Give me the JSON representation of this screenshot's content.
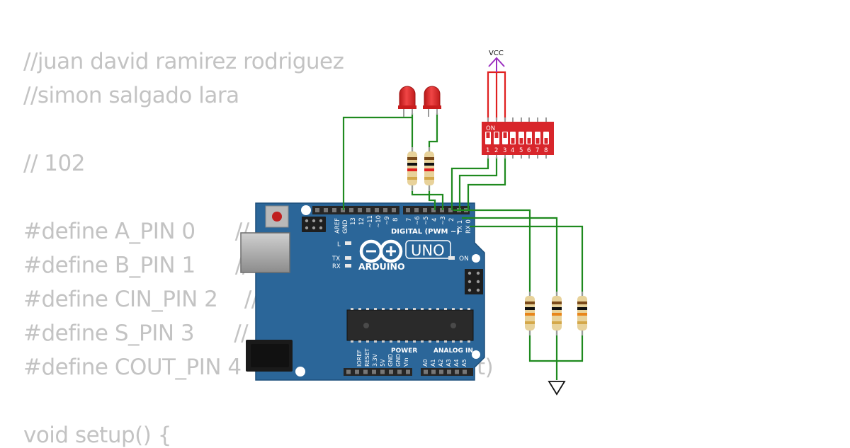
{
  "code_lines": [
    "//juan david ramirez rodriguez",
    "//simon salgado lara",
    "",
    "// 102",
    "",
    "#define A_PIN 0      // Bit A",
    "#define B_PIN 1      // Bit B",
    "#define CIN_PIN 2    // Bit Cin (Carry In)",
    "#define S_PIN 3      // Resultado",
    "#define COUT_PIN 4   // Bit Cout (Carry Out)",
    "",
    "void setup() {"
  ],
  "arduino": {
    "model": "UNO",
    "brand": "ARDUINO",
    "digital_header": "DIGITAL (PWM ~)",
    "power_header": "POWER",
    "analog_header": "ANALOG IN",
    "on_label": "ON",
    "l_label": "L",
    "tx_label": "TX",
    "rx_label": "RX",
    "digital_pins": [
      "AREF",
      "GND",
      "13",
      "12",
      "~11",
      "~10",
      "~9",
      "8",
      "7",
      "~6",
      "~5",
      "4",
      "~3",
      "2",
      "TX 1",
      "RX 0"
    ],
    "power_pins": [
      "IOREF",
      "RESET",
      "3.3V",
      "5V",
      "GND",
      "GND",
      "Vin"
    ],
    "analog_pins": [
      "A0",
      "A1",
      "A2",
      "A3",
      "A4",
      "A5"
    ]
  },
  "dip_switch": {
    "label": "ON",
    "numbers": [
      "1",
      "2",
      "3",
      "4",
      "5",
      "6",
      "7",
      "8"
    ]
  },
  "vcc_label": "VCC",
  "colors": {
    "board": "#2b6699",
    "wire_green": "#1f8a1f",
    "wire_red": "#e02020",
    "vcc_purple": "#9b2fc0",
    "led_red": "#e02a2a",
    "dip_red": "#d8262b",
    "code_gray": "#c3c3c3"
  }
}
